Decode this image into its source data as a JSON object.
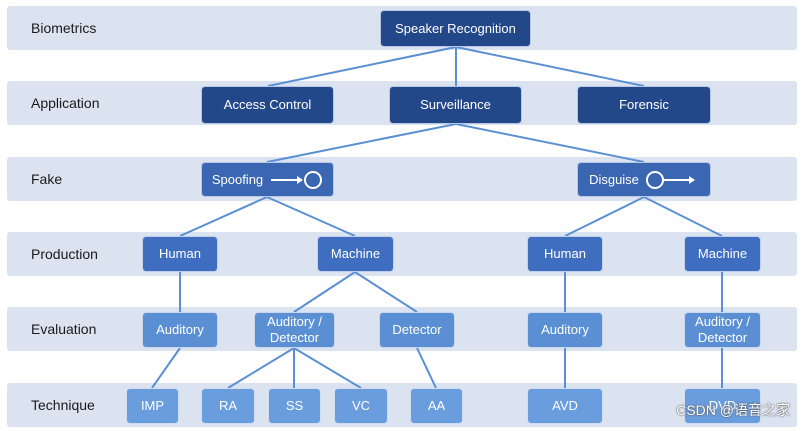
{
  "bands": [
    {
      "label": "Biometrics"
    },
    {
      "label": "Application"
    },
    {
      "label": "Fake"
    },
    {
      "label": "Production"
    },
    {
      "label": "Evaluation"
    },
    {
      "label": "Technique"
    }
  ],
  "nodes": {
    "root": "Speaker Recognition",
    "access": "Access Control",
    "surveillance": "Surveillance",
    "forensic": "Forensic",
    "spoofing": "Spoofing",
    "disguise": "Disguise",
    "human1": "Human",
    "machine1": "Machine",
    "human2": "Human",
    "machine2": "Machine",
    "auditory1": "Auditory",
    "auditory_detector1": "Auditory /\nDetector",
    "detector": "Detector",
    "auditory2": "Auditory",
    "auditory_detector2": "Auditory /\nDetector",
    "imp": "IMP",
    "ra": "RA",
    "ss": "SS",
    "vc": "VC",
    "aa": "AA",
    "avd": "AVD",
    "dvd": "DVD"
  },
  "icons": {
    "spoofing": "arrow-to-circle-icon",
    "disguise": "circle-to-arrow-icon"
  },
  "colors": {
    "band": "#dbe3f1",
    "dark_node": "#23488a",
    "mid_node": "#3f6ec0",
    "light_node": "#5b8fd4",
    "connector": "#5b8fd4"
  },
  "watermark": "CSDN @语音之家"
}
